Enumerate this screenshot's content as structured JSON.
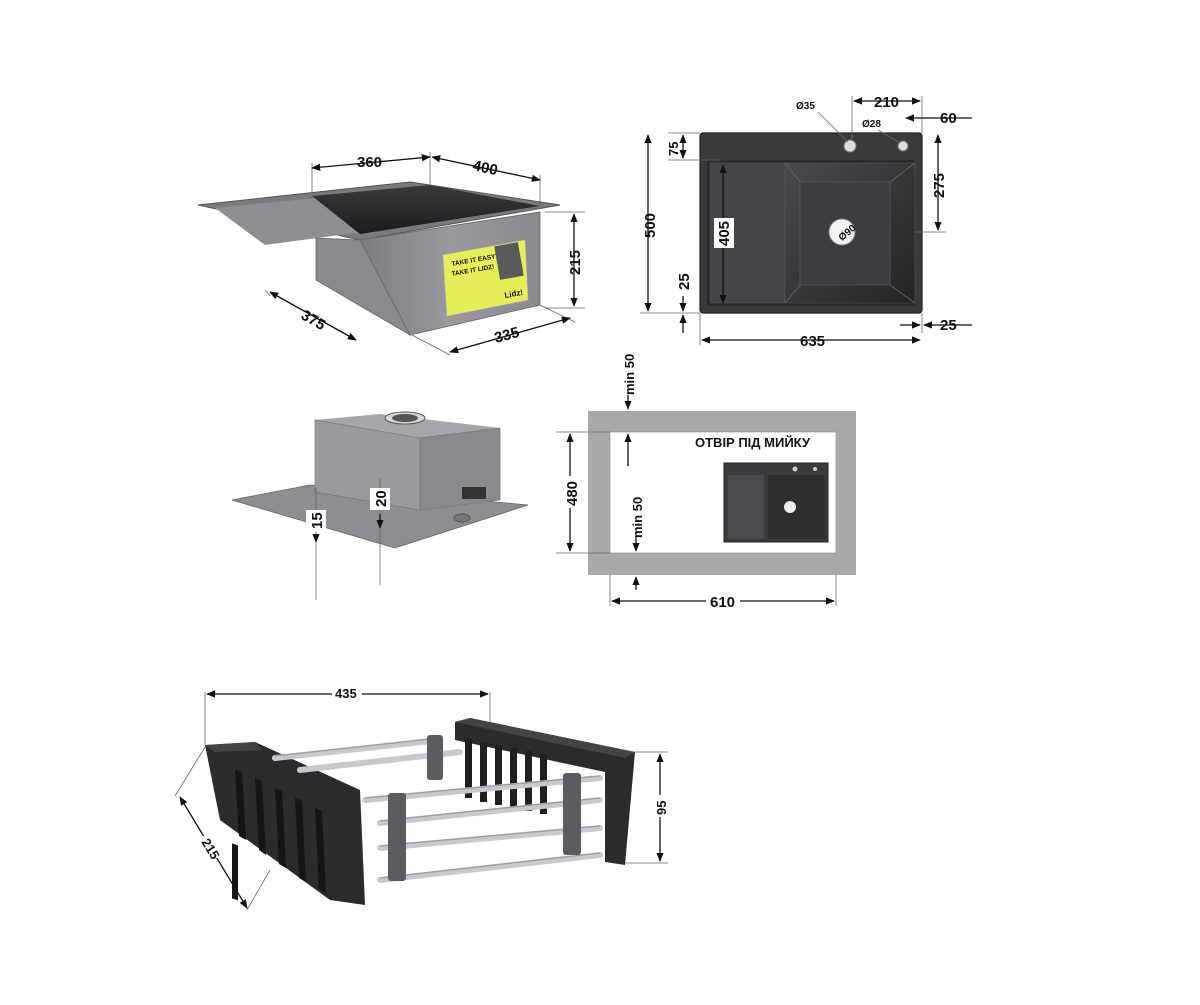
{
  "colors": {
    "line": "#111111",
    "steel": "#8a8a8e",
    "steel_dark": "#6e6e72",
    "basin_dark": "#2a2a2c",
    "cabinet_gray": "#a9a9a9",
    "label_yellow": "#e6ee5a",
    "basket_black": "#2b2b2d",
    "rail_silver": "#c9c9cd"
  },
  "views": {
    "iso": {
      "dims": {
        "w360": "360",
        "w400": "400",
        "h215": "215",
        "d375": "375",
        "w335": "335"
      },
      "label": {
        "line1": "TAKE IT EASYYY",
        "line2": "TAKE IT LIDZ!",
        "brand": "Lidz!"
      }
    },
    "top": {
      "dims": {
        "d210": "210",
        "d60": "60",
        "hole35": "Ø35",
        "hole28": "Ø28",
        "d75": "75",
        "d275": "275",
        "d500": "500",
        "d405": "405",
        "d25a": "25",
        "d25b": "25",
        "d635": "635",
        "drain": "Ø90"
      }
    },
    "bottom": {
      "dims": {
        "d20": "20",
        "d15": "15"
      }
    },
    "cutout": {
      "title": "ОТВІР ПІД МИЙКУ",
      "dims": {
        "min_top": "min 50",
        "min_side": "min 50",
        "d480": "480",
        "d610": "610"
      }
    },
    "basket": {
      "dims": {
        "d435": "435",
        "d215": "215",
        "d95": "95"
      }
    }
  }
}
